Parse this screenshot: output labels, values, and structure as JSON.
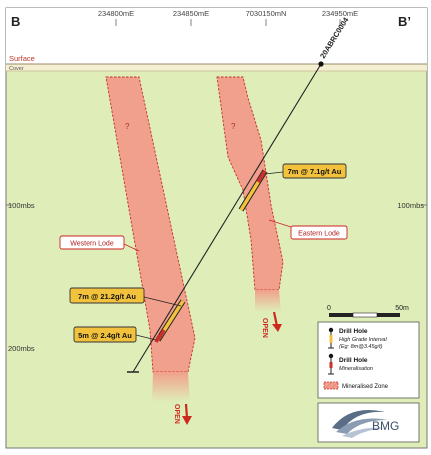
{
  "section": {
    "left_label": "B",
    "right_label": "B’",
    "top_coords": [
      "234800mE",
      "234850mE",
      "7030150mN",
      "234950mE"
    ],
    "surface_label": "Surface",
    "cover_label": "Cover",
    "depth_labels": [
      "100mbs",
      "100mbs",
      "200mbs"
    ]
  },
  "drill_hole": {
    "name": "20ABRC0004"
  },
  "unknown_marker": "?",
  "lodes": {
    "western": "Western Lode",
    "eastern": "Eastern Lode",
    "open_label": "OPEN"
  },
  "intercepts": [
    {
      "text": "7m @ 7.1g/t Au"
    },
    {
      "text": "7m @ 21.2g/t Au"
    },
    {
      "text": "5m @ 2.4g/t Au"
    }
  ],
  "scale_bar": {
    "start": "0",
    "end": "50m"
  },
  "legend": {
    "drill_hole_title": "Drill Hole",
    "high_grade": "High Grade Interval",
    "high_grade_example": "(Eg: 8m@3.45g/t)",
    "mineralisation_title": "Drill Hole",
    "mineralisation": "Mineralisation",
    "zone": "Mineralised Zone"
  },
  "logo": {
    "text": "BMG"
  },
  "colors": {
    "background": "#dfeeb8",
    "surface_band": "#f5efd2",
    "lode_fill": "#f0a08c",
    "lode_edge": "#c9302c",
    "callout_fill": "#f3c23c",
    "label_border": "#cc2222",
    "open_red": "#cc2a1e"
  }
}
